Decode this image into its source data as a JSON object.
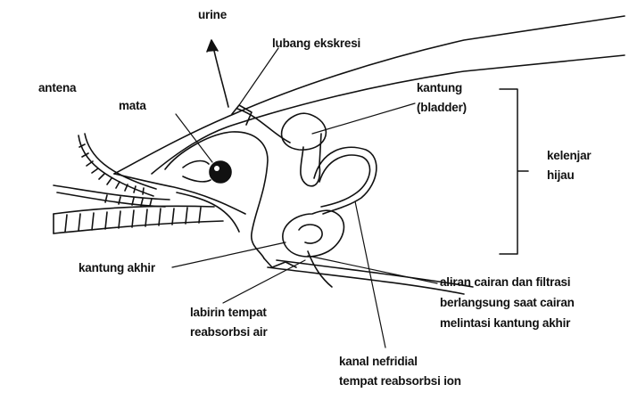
{
  "labels": {
    "urine": "urine",
    "lubang_ekskresi": "lubang ekskresi",
    "antena": "antena",
    "mata": "mata",
    "kantung_line1": "kantung",
    "kantung_line2": "(bladder)",
    "kelenjar_line1": "kelenjar",
    "kelenjar_line2": "hijau",
    "kantung_akhir": "kantung akhir",
    "aliran_line1": "aliran cairan dan filtrasi",
    "aliran_line2": "berlangsung saat cairan",
    "aliran_line3": "melintasi kantung akhir",
    "labirin_line1": "labirin tempat",
    "labirin_line2": "reabsorbsi air",
    "kanal_line1": "kanal nefridial",
    "kanal_line2": "tempat reabsorbsi ion"
  },
  "colors": {
    "ink": "#111111",
    "background": "#ffffff"
  }
}
